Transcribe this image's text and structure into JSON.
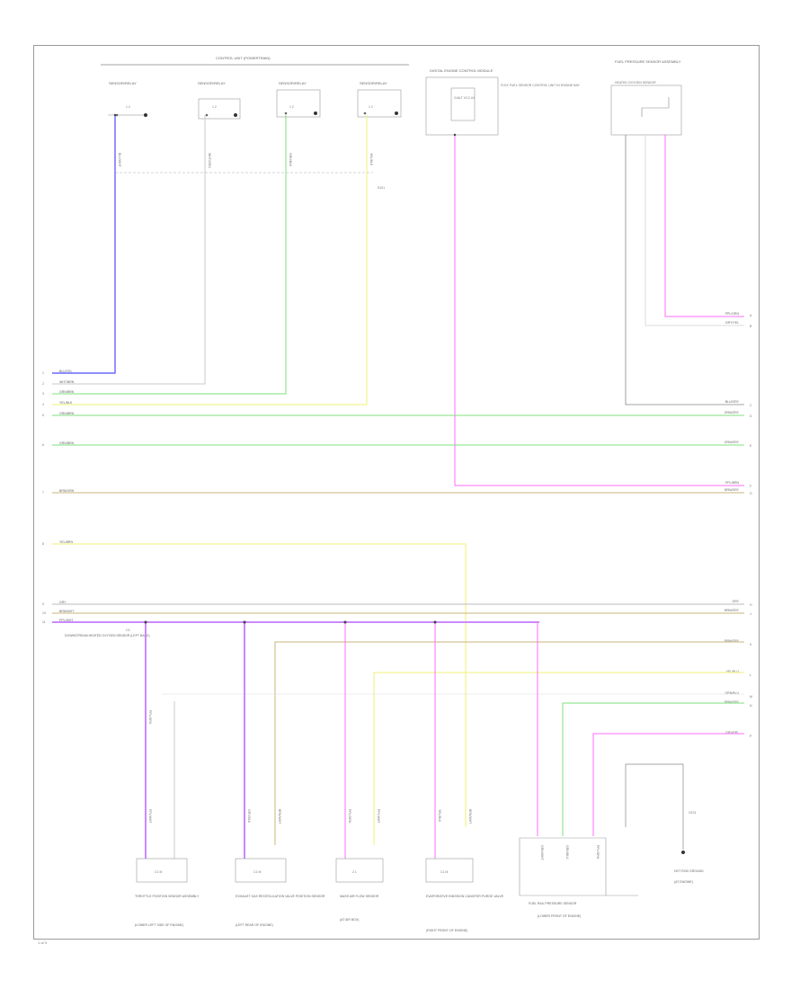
{
  "diagram": {
    "footer_code": "1 of 3",
    "top_group_label": "CONTROL UNIT (POWERTRAIN)",
    "top_sensors": [
      {
        "label": "SENSOR/RELAY",
        "pins": "1  2"
      },
      {
        "label": "SENSOR/RELAY",
        "pins": "1  2"
      },
      {
        "label": "SENSOR/RELAY",
        "pins": "1  2"
      },
      {
        "label": "SENSOR/RELAY",
        "pins": "1  2"
      }
    ],
    "top_sensor_wire_codes": [
      "BLU/WHT",
      "WHT/ORG",
      "GRN/BLK",
      "YEL/BLK"
    ],
    "top_center_module": {
      "title": "DIGITAL ENGINE CONTROL MODULE",
      "inside": "G/ALT  VCC  A1",
      "note": "FLEX FUEL SENSOR CONTROL UNIT IN ENGINE BAY"
    },
    "top_right_module": {
      "title": "FUEL PRESSURE SENSOR ASSEMBLY",
      "inside": "HEATED OXYGEN SENSOR"
    },
    "splice_label": "S101",
    "left_bus_labels": [
      "BLU/YEL",
      "WHT/BRN",
      "GRN/BRN",
      "YEL/BLK",
      "GRN/BRN",
      "GRN/BRN",
      "BRN/GRN",
      "YEL/BRN",
      "GRY",
      "BRN/WHT",
      "PPL/WHT"
    ],
    "left_bus_pins": [
      "1",
      "2",
      "3",
      "4",
      "5",
      "6",
      "7",
      "8",
      "9",
      "10",
      "11"
    ],
    "right_bus_labels": [
      "PPL/GRN",
      "GRY/YEL",
      "BLU/GRY",
      "GRN/GRY",
      "GRN/GRY",
      "PPL/BRN",
      "BRN/GRY",
      "GRY",
      "BRN/GRY",
      "BRN/GRY",
      "YEL/BLU",
      "GRN/BLU",
      "BRN/GRY",
      "GRY/PPL"
    ],
    "right_bus_pins": [
      "A",
      "B",
      "C",
      "D",
      "E",
      "F",
      "G",
      "H",
      "J",
      "K",
      "L",
      "M",
      "N",
      "P"
    ],
    "left_note": "DOWNSTREAM HEATED OXYGEN SENSOR (LEFT BANK)",
    "left_note_code": "C3",
    "bottom_modules": [
      {
        "inside": "C1 M",
        "title": "THROTTLE POSITION SENSOR ASSEMBLY",
        "location": "(LOWER LEFT SIDE OF ENGINE)"
      },
      {
        "inside": "C1 M",
        "title": "EXHAUST GAS RECIRCULATION VALVE POSITION SENSOR",
        "location": "(LEFT REAR OF ENGINE)"
      },
      {
        "inside": "2  1",
        "title": "MASS AIR FLOW SENSOR",
        "location": "(AT AIR BOX)"
      },
      {
        "inside": "C1 M",
        "title": "EVAPORATIVE EMISSION CANISTER PURGE VALVE",
        "location": "(RIGHT FRONT OF ENGINE)"
      }
    ],
    "bottom_bar_codes": [
      "PPL/GRN",
      "GRY/BLK",
      "PPL/GRN",
      "YEL/BLK"
    ],
    "bottom_bar_codes_b": [
      "PPL/WHT",
      "BRN/WHT",
      "PPL/WHT",
      "BRN/WHT"
    ],
    "bottom_right_connector": {
      "codes": [
        "GRN/WHT",
        "GRN/BLU",
        "PPL/GRN"
      ],
      "title": "FUEL RAIL PRESSURE SENSOR",
      "location": "(LOWER FRONT OF ENGINE)"
    },
    "ground": {
      "label": "G101",
      "title": "HOT ROD GROUND",
      "location": "(AT ENGINE)"
    }
  }
}
